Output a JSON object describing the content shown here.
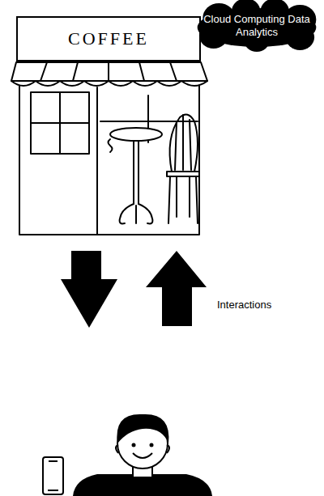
{
  "diagram": {
    "nodes": [
      {
        "text": [
          "COFFEE"
        ]
      },
      {
        "text": [
          "Cloud Computing Data Analytics"
        ]
      }
    ],
    "labels": [
      "Interactions"
    ]
  }
}
